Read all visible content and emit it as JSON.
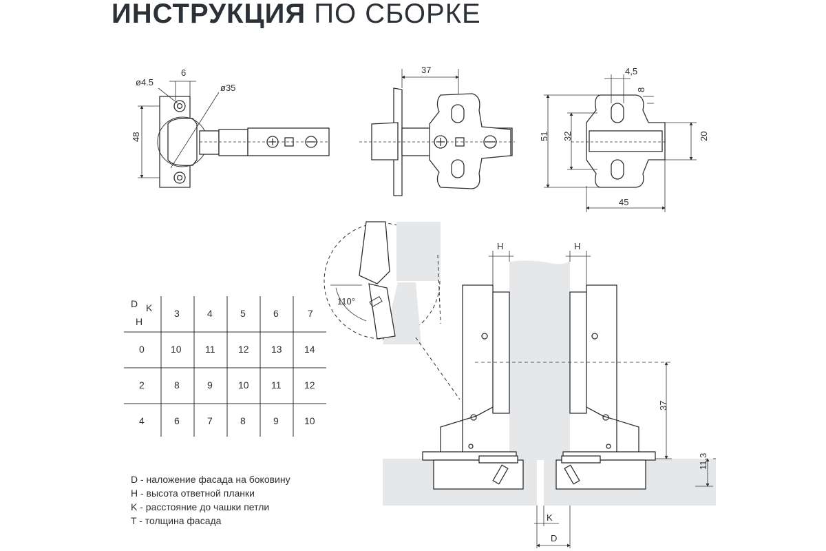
{
  "title": {
    "bold": "ИНСТРУКЦИЯ",
    "light": "ПО СБОРКЕ"
  },
  "top_views": {
    "view1": {
      "dia_small": "ø4.5",
      "gap": "6",
      "dia_cup": "ø35",
      "height": "48"
    },
    "view2": {
      "width": "37"
    },
    "view3": {
      "hole": "4,5",
      "edge": "8",
      "h_total": "51",
      "h_mid": "32",
      "h_inner": "20",
      "width": "45"
    }
  },
  "detail": {
    "angle": "110°"
  },
  "section": {
    "h_left": "H",
    "h_right": "H",
    "depth": "37",
    "thickness": "11,3",
    "k": "K",
    "d": "D"
  },
  "table": {
    "corner_d": "D",
    "corner_k": "K",
    "corner_h": "H",
    "columns": [
      "3",
      "4",
      "5",
      "6",
      "7"
    ],
    "rows": [
      {
        "h": "0",
        "values": [
          "10",
          "11",
          "12",
          "13",
          "14"
        ]
      },
      {
        "h": "2",
        "values": [
          "8",
          "9",
          "10",
          "11",
          "12"
        ]
      },
      {
        "h": "4",
        "values": [
          "6",
          "7",
          "8",
          "9",
          "10"
        ]
      }
    ]
  },
  "legend": [
    "D - наложение фасада на боковину",
    "H - высота ответной планки",
    "K - расстояние до чашки петли",
    "T - толщина фасада"
  ],
  "colors": {
    "line": "#2b2f33",
    "board": "#e6e7e8",
    "text": "#2b3137"
  }
}
